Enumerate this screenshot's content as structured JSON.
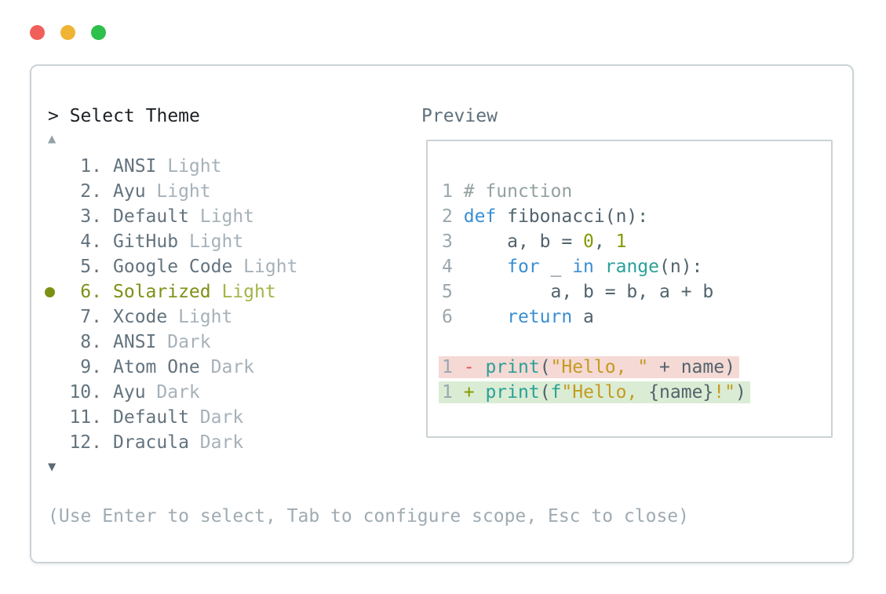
{
  "window": {
    "traffic_lights": [
      {
        "name": "close",
        "color": "#F15F5B"
      },
      {
        "name": "minimize",
        "color": "#F0B434"
      },
      {
        "name": "zoom",
        "color": "#2DC04B"
      }
    ]
  },
  "panel": {
    "prompt": "> Select Theme",
    "scroll_up_icon": "▲",
    "scroll_down_icon": "▼",
    "footer_hint": "(Use Enter to select, Tab to configure scope, Esc to close)",
    "theme_list": {
      "selected_value": "Solarized Light",
      "items": [
        {
          "number": "1.",
          "name": "ANSI",
          "variant": "Light",
          "selected": false
        },
        {
          "number": "2.",
          "name": "Ayu",
          "variant": "Light",
          "selected": false
        },
        {
          "number": "3.",
          "name": "Default",
          "variant": "Light",
          "selected": false
        },
        {
          "number": "4.",
          "name": "GitHub",
          "variant": "Light",
          "selected": false
        },
        {
          "number": "5.",
          "name": "Google Code",
          "variant": "Light",
          "selected": false
        },
        {
          "number": "6.",
          "name": "Solarized",
          "variant": "Light",
          "selected": true
        },
        {
          "number": "7.",
          "name": "Xcode",
          "variant": "Light",
          "selected": false
        },
        {
          "number": "8.",
          "name": "ANSI",
          "variant": "Dark",
          "selected": false
        },
        {
          "number": "9.",
          "name": "Atom One",
          "variant": "Dark",
          "selected": false
        },
        {
          "number": "10.",
          "name": "Ayu",
          "variant": "Dark",
          "selected": false
        },
        {
          "number": "11.",
          "name": "Default",
          "variant": "Dark",
          "selected": false
        },
        {
          "number": "12.",
          "name": "Dracula",
          "variant": "Dark",
          "selected": false
        }
      ]
    },
    "preview": {
      "label": "Preview",
      "code_lines": [
        {
          "bg": null,
          "tokens": [
            [
              "1",
              "num"
            ],
            [
              " ",
              "plain"
            ],
            [
              "# function",
              "comment"
            ]
          ]
        },
        {
          "bg": null,
          "tokens": [
            [
              "2",
              "num"
            ],
            [
              " ",
              "plain"
            ],
            [
              "def",
              "keyword"
            ],
            [
              " fibonacci(n):",
              "plain"
            ]
          ]
        },
        {
          "bg": null,
          "tokens": [
            [
              "3",
              "num"
            ],
            [
              "     a, b = ",
              "plain"
            ],
            [
              "0",
              "literal"
            ],
            [
              ", ",
              "plain"
            ],
            [
              "1",
              "literal"
            ]
          ]
        },
        {
          "bg": null,
          "tokens": [
            [
              "4",
              "num"
            ],
            [
              "     ",
              "plain"
            ],
            [
              "for",
              "keyword"
            ],
            [
              " _ ",
              "plain"
            ],
            [
              "in",
              "keyword"
            ],
            [
              " ",
              "plain"
            ],
            [
              "range",
              "builtin"
            ],
            [
              "(n):",
              "plain"
            ]
          ]
        },
        {
          "bg": null,
          "tokens": [
            [
              "5",
              "num"
            ],
            [
              "         a, b = b, a + b",
              "plain"
            ]
          ]
        },
        {
          "bg": null,
          "tokens": [
            [
              "6",
              "num"
            ],
            [
              "     ",
              "plain"
            ],
            [
              "return",
              "keyword"
            ],
            [
              " a",
              "plain"
            ]
          ]
        },
        {
          "bg": null,
          "tokens": []
        },
        {
          "bg": "removed",
          "tokens": [
            [
              "1",
              "num"
            ],
            [
              " ",
              "plain"
            ],
            [
              "-",
              "diff_minus"
            ],
            [
              " ",
              "plain"
            ],
            [
              "print",
              "builtin"
            ],
            [
              "(",
              "plain"
            ],
            [
              "\"Hello, \"",
              "string"
            ],
            [
              " + name)",
              "plain"
            ]
          ]
        },
        {
          "bg": "added",
          "tokens": [
            [
              "1",
              "num"
            ],
            [
              " ",
              "plain"
            ],
            [
              "+",
              "diff_plus"
            ],
            [
              " ",
              "plain"
            ],
            [
              "print",
              "builtin"
            ],
            [
              "(",
              "plain"
            ],
            [
              "f",
              "builtin"
            ],
            [
              "\"Hello, ",
              "string"
            ],
            [
              "{name}",
              "plain"
            ],
            [
              "!\"",
              "string"
            ],
            [
              ")",
              "plain"
            ]
          ]
        }
      ]
    }
  },
  "colors": {
    "ui": {
      "page_bg": "#ffffff",
      "box_border": "#ccd3d7",
      "box_bg": "#ffffff",
      "prompt_text": "#1d2126",
      "arrow_up": "#93a1a8",
      "arrow_down": "#5b6a74",
      "list_main": "#63737e",
      "list_suffix": "#a6b1b8",
      "selected_main": "#7e9013",
      "selected_suffix": "#a4b548",
      "footer_text": "#9fabb2",
      "preview_label": "#5f707b",
      "preview_border": "#cbd2d5",
      "removed_bg": "#f5d9d5",
      "added_bg": "#dbecd4"
    },
    "tokens": {
      "num": "#9aa7ae",
      "plain": "#52636d",
      "comment": "#93a1a1",
      "keyword": "#3a8ed2",
      "literal": "#859900",
      "builtin": "#2aa198",
      "string": "#c49b1f",
      "diff_minus": "#e05252",
      "diff_plus": "#859900"
    }
  }
}
